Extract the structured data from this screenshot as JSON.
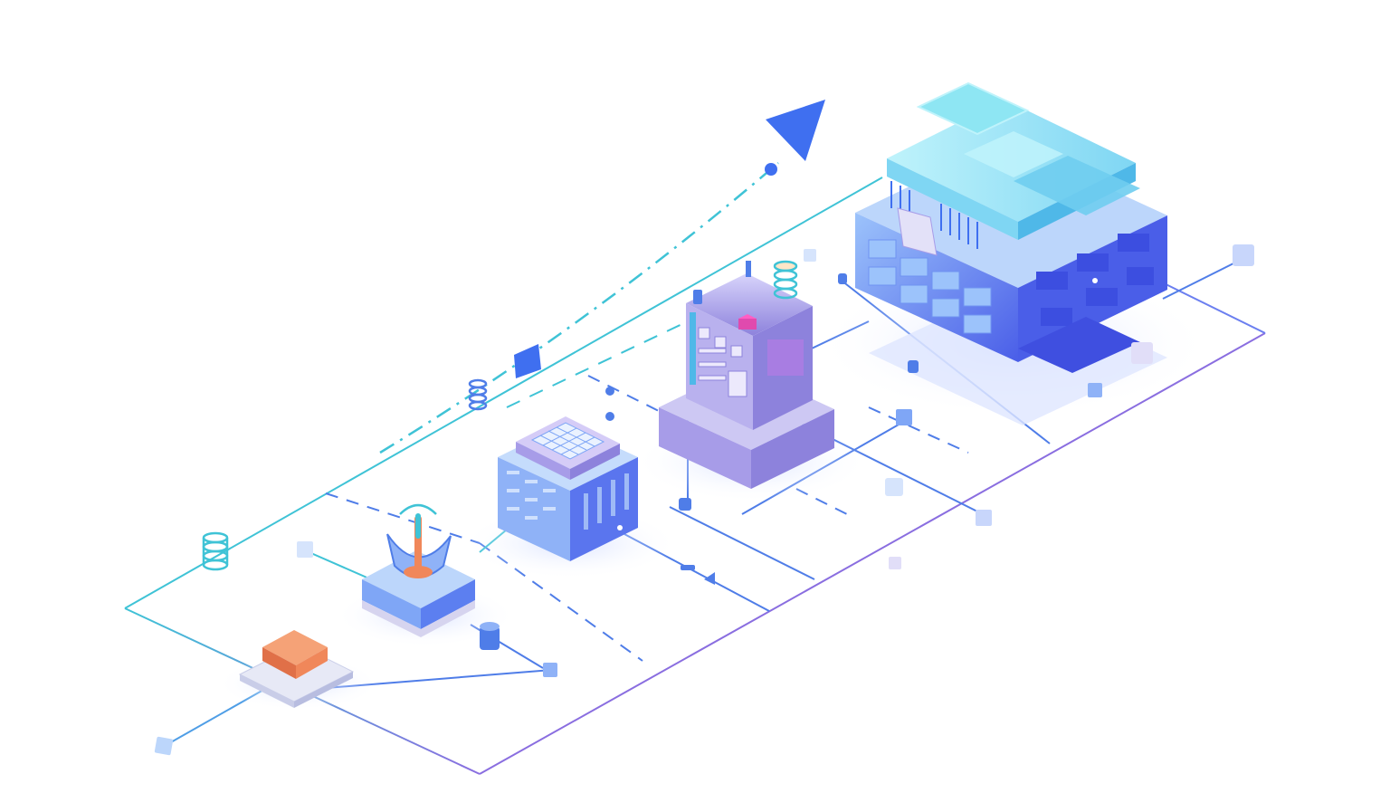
{
  "illustration": {
    "stages": [
      {
        "name": "small-orange-chip-node"
      },
      {
        "name": "antenna-sensor-node"
      },
      {
        "name": "server-rack-node"
      },
      {
        "name": "office-tower-node"
      },
      {
        "name": "large-data-center-node"
      }
    ],
    "icons": [
      "database-stack-icon",
      "arrow-head-icon",
      "flag-icon"
    ]
  },
  "colors": {
    "background": "#ffffff",
    "line_cyan": "#3fc3d6",
    "line_blue": "#4f7de8",
    "line_violet": "#8a6ee0",
    "arrow_blue": "#3f6ff0",
    "block_light": "#bcd6fb",
    "block_mid": "#7fa6f6",
    "block_dark": "#4a5ee8",
    "tower_violet": "#a79ce8",
    "chip_orange": "#f0875a",
    "top_cyan": "#8ee6f3"
  }
}
